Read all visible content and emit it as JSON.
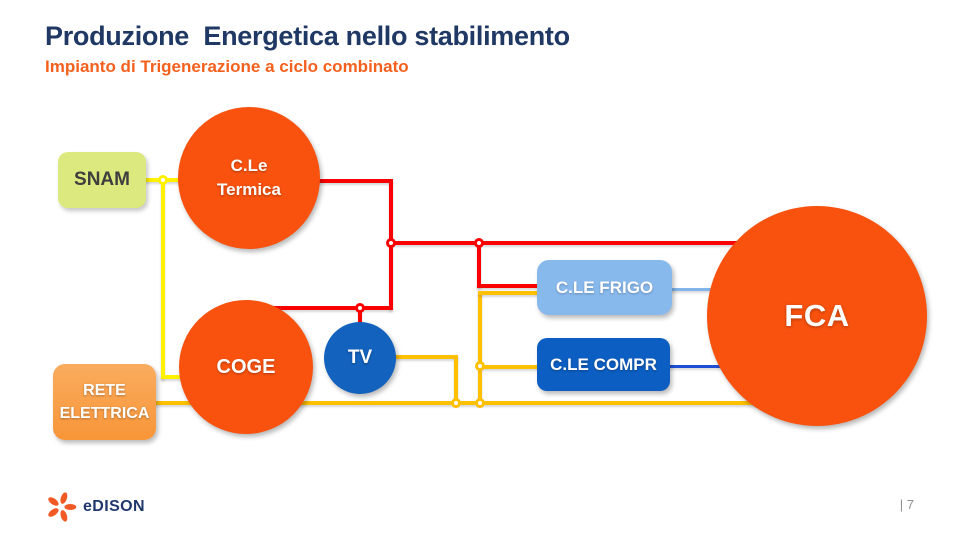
{
  "slide": {
    "title": "Produzione  Energetica nello stabilimento",
    "subtitle": "Impianto di Trigenerazione a ciclo combinato",
    "page_number": "| 7"
  },
  "footer": {
    "logo_text": "eDISON"
  },
  "diagram": {
    "nodes": {
      "snam": {
        "label": "SNAM",
        "shape": "rounded-box",
        "fill": "#DCE97E",
        "text_color": "#3E3E3E"
      },
      "rete": {
        "line1": "RETE",
        "line2": "ELETTRICA",
        "shape": "rounded-box",
        "fill": "#F9A14B",
        "text_color": "#FFFFFF"
      },
      "termica": {
        "line1": "C.Le",
        "line2": "Termica",
        "shape": "circle",
        "fill": "#F8520E",
        "text_color": "#FFFFFF"
      },
      "coge": {
        "label": "COGE",
        "shape": "circle",
        "fill": "#F8520E",
        "text_color": "#FFFFFF"
      },
      "tv": {
        "label": "TV",
        "shape": "circle",
        "fill": "#1262BE",
        "text_color": "#FFFFFF"
      },
      "frigo": {
        "label": "C.LE FRIGO",
        "shape": "rounded-box",
        "fill": "#88B9ED",
        "text_color": "#FFFFFF"
      },
      "compr": {
        "label": "C.LE COMPR",
        "shape": "rounded-box",
        "fill": "#0D5EC2",
        "text_color": "#FFFFFF"
      },
      "fca": {
        "label": "FCA",
        "shape": "circle",
        "fill": "#F8520E",
        "text_color": "#FFFFFF"
      }
    },
    "networks": [
      {
        "color_name": "yellow",
        "color": "#FFF100",
        "nodes": [
          "SNAM",
          "C.Le Termica",
          "COGE"
        ]
      },
      {
        "color_name": "red",
        "color": "#FA0000",
        "nodes": [
          "C.Le Termica",
          "COGE",
          "TV",
          "C.LE FRIGO",
          "FCA"
        ]
      },
      {
        "color_name": "gold",
        "color": "#FFC000",
        "nodes": [
          "RETE ELETTRICA",
          "TV",
          "C.LE FRIGO",
          "C.LE COMPR",
          "FCA"
        ]
      },
      {
        "color_name": "light-blue",
        "color": "#82B5EA",
        "nodes": [
          "C.LE FRIGO",
          "FCA"
        ]
      },
      {
        "color_name": "royal-blue",
        "color": "#1D4FD6",
        "nodes": [
          "C.LE COMPR",
          "FCA"
        ]
      }
    ]
  },
  "colors": {
    "title": "#1F3864",
    "subtitle": "#F4611E",
    "background": "#FFFFFF",
    "page_number": "#8F8F8F",
    "logo_navy": "#20386E",
    "logo_orange": "#F15A24"
  }
}
